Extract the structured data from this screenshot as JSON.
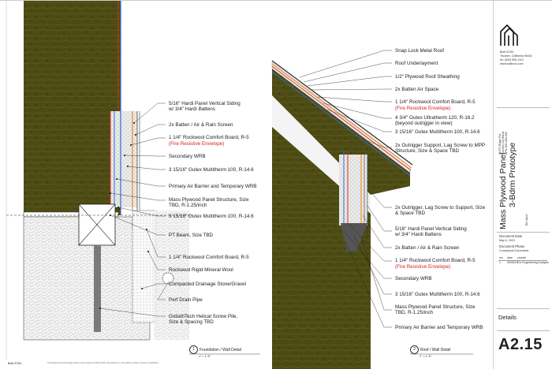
{
  "left_detail": {
    "callouts": [
      {
        "text": "5/16\" Hardi Panel Vertical Siding\nw/ 3/4\" Hardi Battens"
      },
      {
        "text": "2x Batten / Air & Rain Screen"
      },
      {
        "text": "1 1/4\" Rockwool Comfort Board, R-5",
        "note": "(Fire Resistive Envelope)"
      },
      {
        "text": "Secondary WRB"
      },
      {
        "text": "3 15/16\" Gutex Multitherm 100, R-14.6"
      },
      {
        "text": "Primary Air Barrier and Temporary WRB"
      },
      {
        "text": "Mass Plywood Panel Structure, Size\nTBD, R-1.25/inch"
      },
      {
        "text": "3 15/16\" Gutex Multitherm 100, R-14.6"
      },
      {
        "text": "PT Beam, Size TBD"
      },
      {
        "text": "1 1/4\" Rockwool Comfort Board, R-5"
      },
      {
        "text": "Rockwool Rigid Mineral Wool"
      },
      {
        "text": "Compacted Drainage Stone/Gravel"
      },
      {
        "text": "Perf Drain Pipe"
      },
      {
        "text": "GoliathTech Helical Screw Pile,\nSize & Spacing TBD"
      }
    ],
    "caption_number": "1",
    "caption": "Foundation / Wall Detail",
    "caption_scale": "1\" = 1'-0\""
  },
  "right_detail": {
    "callouts": [
      {
        "text": "Snap Lock Metal Roof"
      },
      {
        "text": "Roof Underlayment"
      },
      {
        "text": "1/2\" Plywood Roof Sheathing"
      },
      {
        "text": "2x Batten Air Space"
      },
      {
        "text": "1 1/4\" Rockwool Comfort Board, R-5",
        "note": "(Fire Resistive Envelope)"
      },
      {
        "text": "4 3/4\" Gutex Ultratherm 120, R-16.2\n(beyond outrigger in view)"
      },
      {
        "text": "3 15/16\" Gutex Multitherm 100, R-14.6"
      },
      {
        "text": "2x Outrigger Support, Lag Screw to MPP\nStructure, Size & Space TBD"
      },
      {
        "text": "2x Outrigger, Lag Screw to Support, Size\n& Space TBD"
      },
      {
        "text": "5/16\" Hardi Panel Vertical Siding\nw/ 3/4\" Hardi Battens"
      },
      {
        "text": "2x Batten / Air & Rain Screen"
      },
      {
        "text": "1 1/4\" Rockwool Comfort Board, R-5",
        "note": "(Fire Resistive Envelope)"
      },
      {
        "text": "Secondary WRB"
      },
      {
        "text": "3 15/16\" Gutex Multitherm 100, R-14.6"
      },
      {
        "text": "Mass Plywood Panel Structure, Size\nTBD, R-1.25/inch"
      },
      {
        "text": "Primary Air Barrier and Temporary WRB"
      }
    ],
    "caption_number": "2",
    "caption": "Roof / Wall Detail",
    "caption_scale": "1\" = 1'-0\""
  },
  "title_block": {
    "firm": "Built ICON",
    "firm_lines": [
      "Truckee, California 96161",
      "tel: (530) 550-1121",
      "www.builticon.com"
    ],
    "project_address": [
      "11071 Ridge Rd",
      "Truckee CA 96161",
      "APN 000-000-000"
    ],
    "project_title_1": "Mass Plywood Panel",
    "project_title_2": "3-Bdrm Prototype",
    "owner": "Elk Spirit",
    "doc_date_label": "Document Date",
    "doc_date": "May 6, 2024",
    "doc_phase_label": "Document Phase",
    "doc_phase": "Conceptual Documents",
    "rev_header": [
      "rev",
      "date",
      "remark"
    ],
    "rev_rows": [
      [
        "1",
        "05/06/24",
        "For Engineering Analysis"
      ]
    ],
    "sheet_title": "Details",
    "sheet_number": "A2.15"
  },
  "footer_left": "Built ICON",
  "footer_note": "This drawing and the design shown is the property of Built ICON. Reproduction or use without written consent is prohibited.",
  "colors": {
    "plywood": "#4d4b14",
    "gutex": "#d9d9d9",
    "barrier_red": "#e02a1f",
    "wrb_blue": "#2f6fd6",
    "orange": "#f08a1c",
    "ground_line": "#222"
  }
}
